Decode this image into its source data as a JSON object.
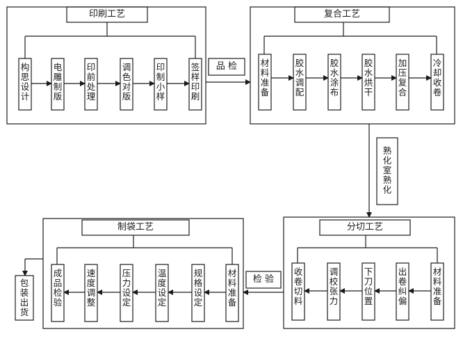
{
  "printing": {
    "title": "印刷工艺",
    "steps": [
      "构思设计",
      "电雕制版",
      "印前处理",
      "调色对版",
      "印制小样",
      "签样印刷"
    ]
  },
  "inspection_1": "品 检",
  "laminating": {
    "title": "复合工艺",
    "steps": [
      "材料准备",
      "胶水调配",
      "胶水涂布",
      "胶水烘干",
      "加压复合",
      "冷却收卷"
    ]
  },
  "curing": "熟化室熟化",
  "slitting": {
    "title": "分切工艺",
    "steps": [
      "材料准备",
      "出卷纠偏",
      "下刀位置",
      "调校张力",
      "收卷切料"
    ]
  },
  "inspection_2": "检 验",
  "bag_making": {
    "title": "制袋工艺",
    "steps": [
      "材料准备",
      "规格设定",
      "温度设定",
      "压力设定",
      "速度调整",
      "成品检验"
    ]
  },
  "packing": "包装出货"
}
